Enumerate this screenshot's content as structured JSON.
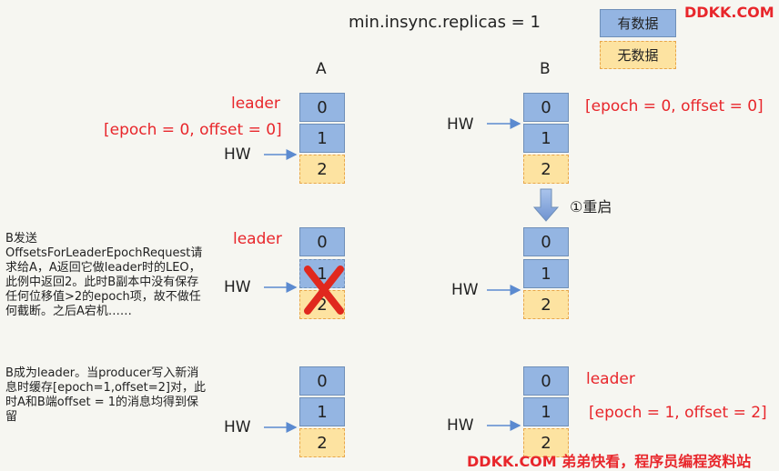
{
  "title": "min.insync.replicas = 1",
  "legend": {
    "has_data": "有数据",
    "no_data": "无数据"
  },
  "watermark_top": "DDKK.COM",
  "watermark_bottom": "DDKK.COM 弟弟快看，程序员编程资料站",
  "columns": {
    "a": "A",
    "b": "B"
  },
  "hw_label": "HW",
  "leader_label": "leader",
  "epoch_a": "[epoch = 0, offset = 0]",
  "epoch_b": "[epoch = 0, offset = 0]",
  "epoch_b_final": "[epoch = 1, offset = 2]",
  "restart_label": "①重启",
  "cells": [
    "0",
    "1",
    "2"
  ],
  "note1": "B发送OffsetsForLeaderEpochRequest请求给A，A返回它做leader时的LEO，此例中返回2。此时B副本中没有保存任何位移值>2的epoch项，故不做任何截断。之后A宕机……",
  "note2": "B成为leader。当producer写入新消息时缓存[epoch=1,offset=2]对，此时A和B端offset = 1的消息均得到保留",
  "colors": {
    "blue": "#94b5e2",
    "yellow": "#fde3a1",
    "red": "#e8262b",
    "arrow": "#5b8ad0"
  }
}
